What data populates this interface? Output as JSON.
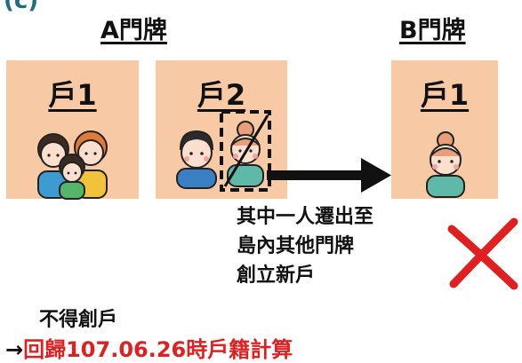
{
  "partial_label": "(c)",
  "headings": {
    "a": "A門牌",
    "b": "B門牌"
  },
  "boxes": [
    {
      "label": "戶1"
    },
    {
      "label": "戶2"
    },
    {
      "label": "戶1"
    }
  ],
  "note_lines": [
    "其中一人遷出至",
    "島內其他門牌",
    "創立新戶"
  ],
  "bottom": {
    "line1": "不得創戶",
    "arrow": "→",
    "line2": "回歸107.06.26時戶籍計算"
  },
  "colors": {
    "box": "#f7c9a5",
    "accent_red": "#e02020",
    "heading_teal": "#1f6f7a"
  }
}
